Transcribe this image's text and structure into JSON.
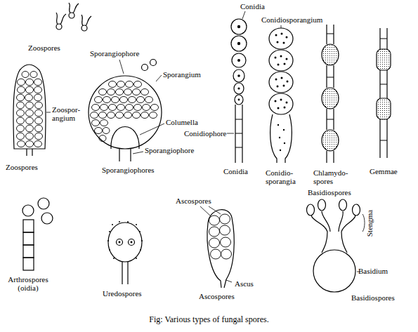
{
  "diagram": {
    "caption": "Fig: Various types of fungal spores.",
    "labels": [
      "Zoospores",
      "Zoospor- angium",
      "Zoospores",
      "Sporangiophore",
      "Sporangium",
      "Columella",
      "Sporangiophore",
      "Sporangiophores",
      "Conidiophore",
      "Conidia",
      "Conidia",
      "Conidiosporangium",
      "Conidio- sporangia",
      "Chlamydo- spores",
      "Gemmae",
      "Arthrospores (oidia)",
      "Uredospores",
      "Ascospores",
      "Ascus",
      "Ascospores",
      "Basidiospores",
      "Stengma",
      "Basidium",
      "Basidiospores"
    ]
  }
}
